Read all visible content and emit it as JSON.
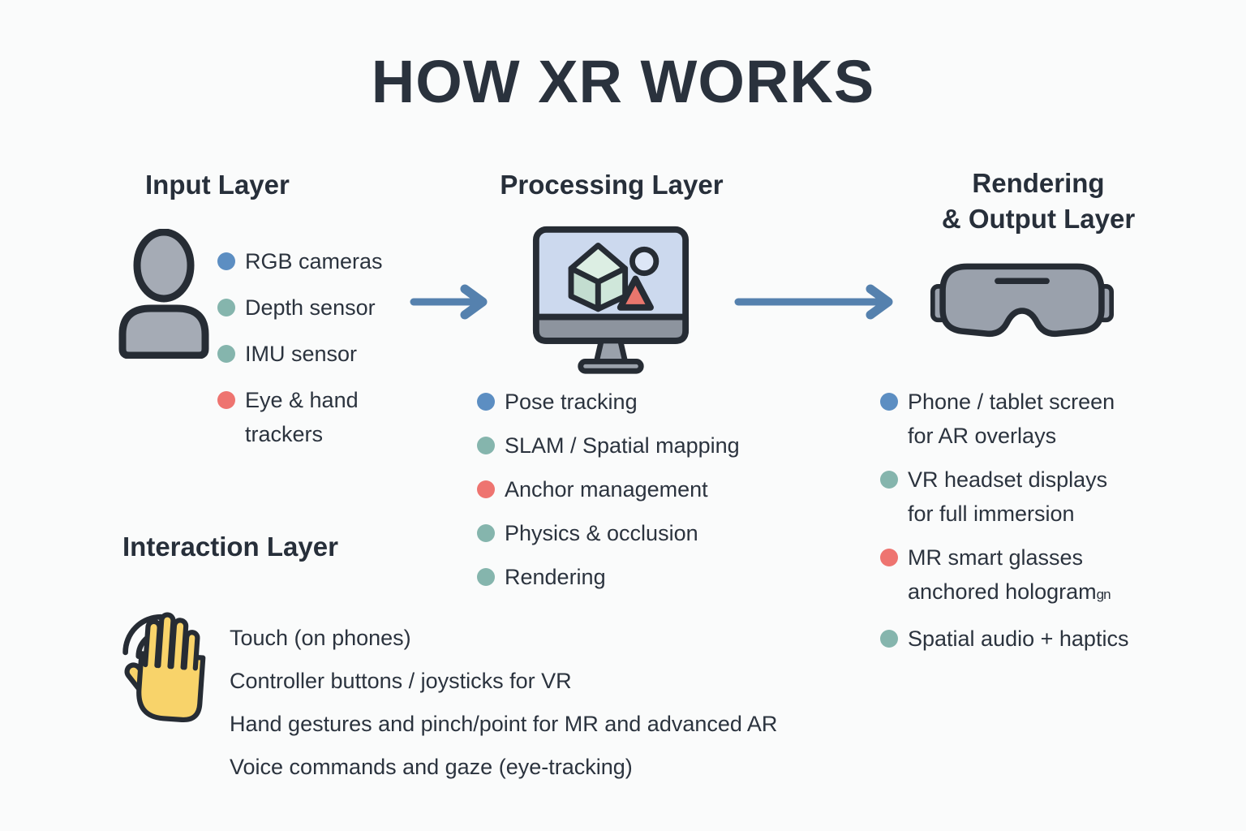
{
  "title": "HOW XR WORKS",
  "sections": {
    "input": {
      "heading": "Input Layer",
      "items": [
        {
          "bullet": "blue",
          "lines": [
            "RGB cameras"
          ]
        },
        {
          "bullet": "teal",
          "lines": [
            "Depth sensor"
          ]
        },
        {
          "bullet": "teal",
          "lines": [
            "IMU sensor"
          ]
        },
        {
          "bullet": "red",
          "lines": [
            "Eye & hand",
            "trackers"
          ]
        }
      ]
    },
    "processing": {
      "heading": "Processing Layer",
      "items": [
        {
          "bullet": "blue",
          "lines": [
            "Pose tracking"
          ]
        },
        {
          "bullet": "teal",
          "lines": [
            "SLAM / Spatial mapping"
          ]
        },
        {
          "bullet": "red",
          "lines": [
            "Anchor management"
          ]
        },
        {
          "bullet": "teal",
          "lines": [
            "Physics & occlusion"
          ]
        },
        {
          "bullet": "teal",
          "lines": [
            "Rendering"
          ]
        }
      ]
    },
    "rendering": {
      "heading_line1": "Rendering",
      "heading_line2": "& Output Layer",
      "items": [
        {
          "bullet": "blue",
          "lines": [
            "Phone / tablet screen",
            "for AR overlays"
          ]
        },
        {
          "bullet": "teal",
          "lines": [
            "VR headset displays",
            "for full immersion"
          ]
        },
        {
          "bullet": "red",
          "lines": [
            "MR smart glasses",
            "anchored hologram"
          ],
          "suffix": "gn"
        },
        {
          "bullet": "teal",
          "lines": [
            "Spatial audio + haptics"
          ]
        }
      ]
    },
    "interaction": {
      "heading": "Interaction Layer",
      "items": [
        "Touch (on phones)",
        "Controller buttons / joysticks for VR",
        "Hand gestures and pinch/point for MR and advanced AR",
        "Voice commands and gaze (eye-tracking)"
      ]
    }
  },
  "icons": {
    "person": "person-icon",
    "monitor": "monitor-3d-scene-icon",
    "headset": "vr-headset-icon",
    "hand": "waving-hand-icon",
    "arrow_input_to_processing": "flow-arrow-icon",
    "arrow_processing_to_rendering": "flow-arrow-icon"
  },
  "colors": {
    "background": "#fafbfb",
    "text": "#2b333e",
    "heading_text": "#272f3a",
    "bullet_blue": "#5c8ec2",
    "bullet_teal": "#85b5ad",
    "bullet_red": "#ee7470",
    "arrow_blue": "#5581ae",
    "icon_outline": "#262c34",
    "icon_gray": "#a5abb5",
    "screen_blue": "#ccd9ee",
    "cube_green": "#cfe7da",
    "triangle_red": "#e9766d",
    "hand_yellow": "#f8d36a"
  }
}
